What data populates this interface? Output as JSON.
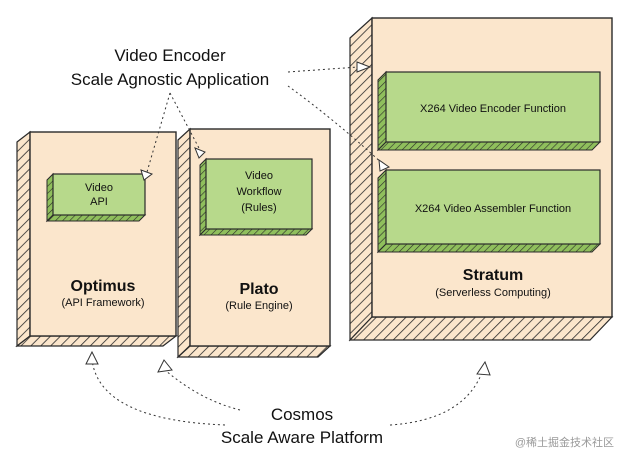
{
  "top_label": {
    "line1": "Video Encoder",
    "line2": "Scale Agnostic Application"
  },
  "bottom_label": {
    "line1": "Cosmos",
    "line2": "Scale Aware Platform"
  },
  "optimus": {
    "title": "Optimus",
    "subtitle": "(API Framework)",
    "component": [
      "Video",
      "API"
    ]
  },
  "plato": {
    "title": "Plato",
    "subtitle": "(Rule Engine)",
    "component": [
      "Video",
      "Workflow",
      "(Rules)"
    ]
  },
  "stratum": {
    "title": "Stratum",
    "subtitle": "(Serverless Computing)",
    "component_1": "X264 Video Encoder Function",
    "component_2": "X264 Video Assembler Function"
  },
  "watermark": "@稀土掘金技术社区",
  "colors": {
    "container_fill": "#fbe6cc",
    "component_fill": "#b7d98b",
    "component_side": "#8fbf5c",
    "stroke": "#2a2a2a"
  }
}
